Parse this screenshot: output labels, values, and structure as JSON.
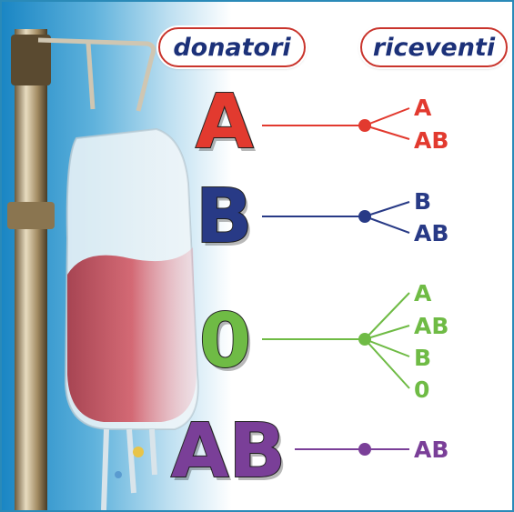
{
  "headers": {
    "donors": "donatori",
    "recipients": "riceventi"
  },
  "rows": [
    {
      "donor": "A",
      "color": "#e23a2f",
      "recipients": [
        "A",
        "AB"
      ]
    },
    {
      "donor": "B",
      "color": "#283a86",
      "recipients": [
        "B",
        "AB"
      ]
    },
    {
      "donor": "0",
      "color": "#6fbb45",
      "recipients": [
        "A",
        "AB",
        "B",
        "0"
      ]
    },
    {
      "donor": "AB",
      "color": "#7a3f98",
      "recipients": [
        "AB"
      ]
    }
  ],
  "illustration": {
    "background": "iv-pole-blood-bag"
  }
}
